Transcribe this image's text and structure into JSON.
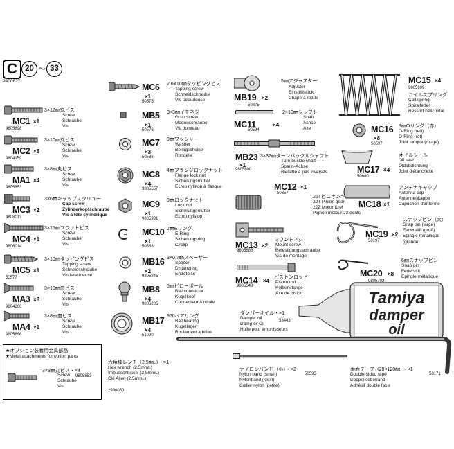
{
  "header": {
    "letter": "C",
    "range_from": "20",
    "range_sep": "〜",
    "range_to": "33",
    "partno": "9400627"
  },
  "col1": [
    {
      "code": "MC1",
      "qty": "×1",
      "pn": "9805898",
      "jp": "3×12㎜丸ビス",
      "en": "Screw",
      "de": "Schraube",
      "fr": "Vis"
    },
    {
      "code": "MC2",
      "qty": "×8",
      "pn": "9804159",
      "jp": "3×10㎜丸ビス",
      "en": "Screw",
      "de": "Schraube",
      "fr": "Vis"
    },
    {
      "code": "MA1",
      "qty": "×4",
      "pn": "9805853",
      "jp": "3×8㎜丸ビス",
      "en": "Screw",
      "de": "Schraube",
      "fr": "Vis"
    },
    {
      "code": "MC3",
      "qty": "×2",
      "pn": "9808013",
      "jp": "3×6㎜キャップスクリュー",
      "en": "Cap screw",
      "de": "Zylinderkopfschraube",
      "fr": "Vis à tête cylindrique"
    },
    {
      "code": "MC4",
      "qty": "×1",
      "pn": "9806014",
      "jp": "3×15㎜フラットビス",
      "en": "Screw",
      "de": "Schraube",
      "fr": "Vis"
    },
    {
      "code": "MC5",
      "qty": "×1",
      "pn": "50577",
      "jp": "3×10㎜タッピングビス",
      "en": "Tapping screw",
      "de": "Schneidschraube",
      "fr": "Vis taraudeuse"
    },
    {
      "code": "MA3",
      "qty": "×3",
      "pn": "9804200",
      "jp": "3×10㎜皿ビス",
      "en": "Screw",
      "de": "Schraube",
      "fr": "Vis"
    },
    {
      "code": "MA4",
      "qty": "×1",
      "pn": "9805696",
      "jp": "3×8㎜皿ビス",
      "en": "Screw",
      "de": "Schraube",
      "fr": "Vis"
    }
  ],
  "col2": [
    {
      "code": "MC6",
      "qty": "×1",
      "pn": "50575",
      "jp": "2.6×10㎜タッピングビス",
      "en": "Tapping screw",
      "de": "Schneidschraube",
      "fr": "Vis taraudeuse"
    },
    {
      "code": "MB5",
      "qty": "×1",
      "pn": "50576",
      "jp": "3×3㎜イモネジ",
      "en": "Grub screw",
      "de": "Madenschraube",
      "fr": "Vis pointeau"
    },
    {
      "code": "MC7",
      "qty": "×3",
      "pn": "50586",
      "jp": "3㎜ワッシャー",
      "en": "Washer",
      "de": "Beilagscheibe",
      "fr": "Rondelle"
    },
    {
      "code": "MC8",
      "qty": "×4",
      "pn": "9805557",
      "jp": "4㎜フランジロックナット",
      "en": "Flange lock nut",
      "de": "Sicherungsmutter",
      "fr": "Ecrou nylstop à flasque"
    },
    {
      "code": "MC9",
      "qty": "×1",
      "pn": "9805991",
      "jp": "3㎜ロックナット",
      "en": "Lock nut",
      "de": "Sicherungsmutter",
      "fr": "Ecrou nylstop"
    },
    {
      "code": "MC10",
      "qty": "×1",
      "pn": "50588",
      "jp": "2㎜Eリング",
      "en": "E-Ring",
      "de": "Sicherungsring",
      "fr": "Circlip"
    },
    {
      "code": "MB16",
      "qty": "×2",
      "pn": "9805845",
      "jp": "3×0.7㎜スペーサー",
      "en": "Spacer",
      "de": "Distanzring",
      "fr": "Entretoise"
    },
    {
      "code": "MB8",
      "qty": "×4",
      "pn": "9805205",
      "jp": "5㎜ピローボール",
      "en": "Ball connector",
      "de": "Kugelkopf",
      "fr": "Connecteur à rotule"
    },
    {
      "code": "MB17",
      "qty": "×4",
      "pn": "51090",
      "jp": "950ベアリング",
      "en": "Ball bearing",
      "de": "Kugellager",
      "fr": "Roulement à billes"
    }
  ],
  "col3": {
    "mb19": {
      "code": "MB19",
      "qty": "×2",
      "pn": "50875",
      "jp": "5㎜アジャスター",
      "en": "Adjuster",
      "de": "Einstellstück",
      "fr": "Chape à rotule"
    },
    "mc11": {
      "code": "MC11",
      "qty": "×4",
      "pn": "50594",
      "jp": "2×10㎜シャフト",
      "en": "Shaft",
      "de": "Achse",
      "fr": "Axe"
    },
    "mb23": {
      "code": "MB23",
      "qty": "×1",
      "pn": "9805800",
      "jp": "3×32㎜ターンバックルシャフト",
      "en": "Turn-buckle shaft",
      "de": "Spann-Achse",
      "fr": "Biellette à pas inversés"
    },
    "mc12": {
      "code": "MC12",
      "qty": "×1",
      "pn": "50357",
      "jp": "22Tピニオンギヤ",
      "en": "22T Pinion gear",
      "de": "22Z Motorritzel",
      "fr": "Pignon moteur 22 dents"
    },
    "mc13": {
      "code": "MC13",
      "qty": "×2",
      "pn": "9805886",
      "jp": "マウントネジ",
      "en": "Mount screw",
      "de": "Befestigungsschraube",
      "fr": "Vis de montage"
    },
    "mc14": {
      "code": "MC14",
      "qty": "×4",
      "pn": "9805548",
      "jp": "ピストンロッド",
      "en": "Piston rod",
      "de": "Kolbenstange",
      "fr": "Axe de piston"
    },
    "damper": {
      "jp": "ダンパーオイル・×1",
      "pn": "53443",
      "en": "Damper oil",
      "de": "Dämpfer-Öl",
      "fr": "Huile pour amortisseurs",
      "label": "Tamiya damper oil"
    }
  },
  "col4": {
    "mc15": {
      "code": "MC15",
      "qty": "×4",
      "pn": "9805699",
      "jp": "コイルスプリング",
      "en": "Coil spring",
      "de": "Spiralfeder",
      "fr": "Ressort hélicoïdal"
    },
    "mc16": {
      "code": "MC16",
      "qty": "×8",
      "pn": "50597",
      "jp": "3㎜Oリング（赤）",
      "en": "O-Ring (red)",
      "de": "O-Ring (rot)",
      "fr": "Joint torique (rouge)"
    },
    "mc17": {
      "code": "MC17",
      "qty": "×4",
      "pn": "50600",
      "jp": "オイルシール",
      "en": "Oil seal",
      "de": "Öldabdichtung",
      "fr": "Joint d'étanchéité"
    },
    "mc18": {
      "code": "MC18",
      "qty": "×1",
      "jp": "アンテナキャップ",
      "en": "Antenna cap",
      "de": "Antennenkappe",
      "fr": "Capuchon d'antenne"
    },
    "mc19": {
      "code": "MC19",
      "qty": "×2",
      "pn": "50197",
      "jp": "スナップピン（大）",
      "en": "Snap pin (large)",
      "de": "Federstift (groß)",
      "fr": "Epingle métallique",
      "fr2": "(grande)"
    },
    "mc20": {
      "code": "MC20",
      "qty": "×8",
      "pn": "9805702",
      "jp": "6㎜スナップピン",
      "en": "Snap pin",
      "de": "Federstift",
      "fr": "Epingle métallique"
    }
  },
  "option": {
    "title_jp": "★オプション装着用金具部品",
    "title_en": "★Metal attachments for option parts",
    "jp": "3×8㎜丸ビス・×4",
    "pn": "9805853",
    "en": "Screw",
    "de": "Schraube",
    "fr": "Vis"
  },
  "wrench": {
    "jp": "六角棒レンチ（2.5㎜L）・×1",
    "en": "Hex wrench (2.5mmL)",
    "de": "Imbusschlüssel (2,5mmL)",
    "fr": "Clé Allen (2,5mmL)",
    "pn": "2990050"
  },
  "band": {
    "jp": "ナイロンバンド（小）・×2",
    "pn": "50595",
    "en": "Nylon band (small)",
    "de": "Nylonband (klein)",
    "fr": "Collier nylon (petite)"
  },
  "tape": {
    "jp": "両面テープ（20×120㎜）・×1",
    "pn": "50171",
    "en": "Double-sided tape",
    "de": "Doppelklebeband",
    "fr": "Adhésif double face"
  }
}
